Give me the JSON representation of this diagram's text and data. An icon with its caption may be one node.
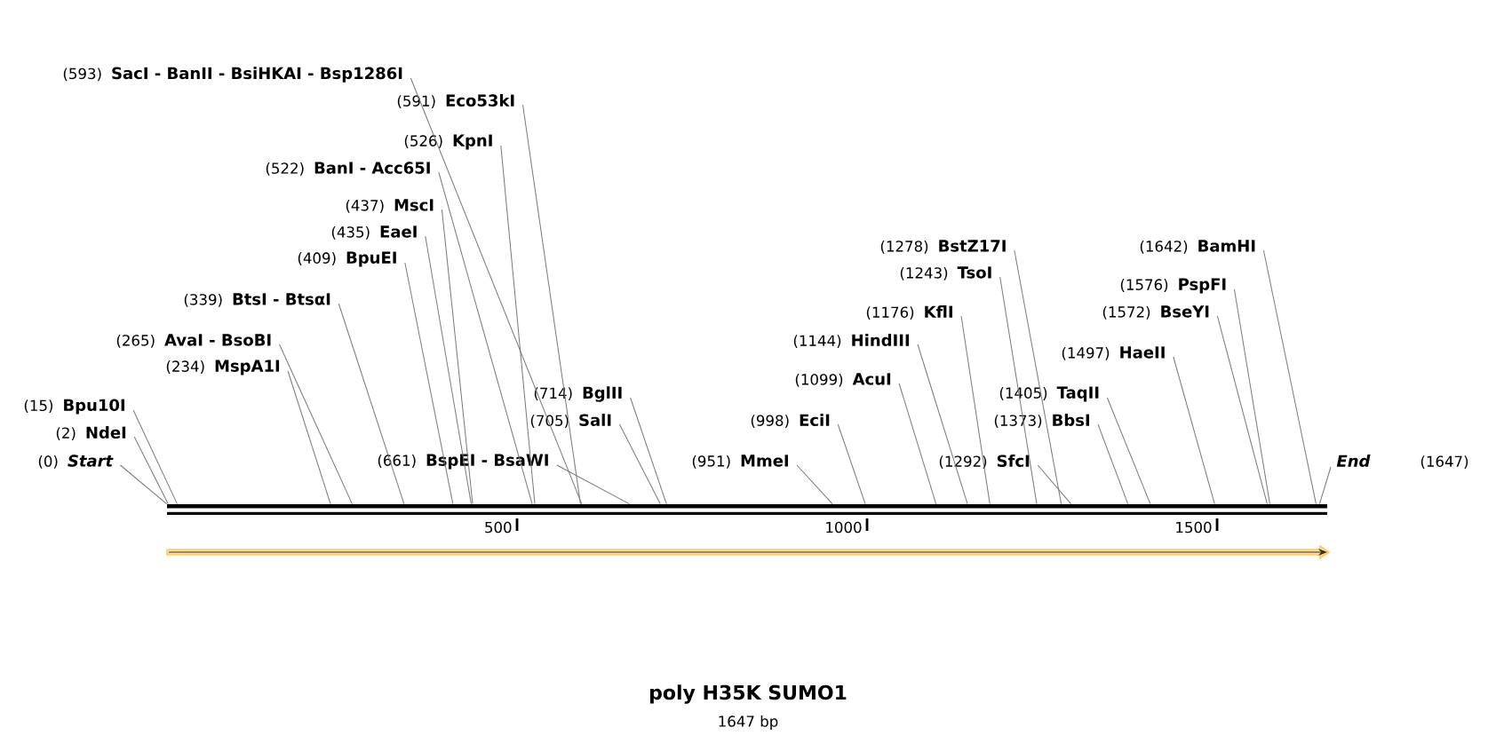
{
  "diagram": {
    "title": "poly H35K SUMO1",
    "nodes": [
      {
        "text": [
          "(0)",
          "Start"
        ]
      },
      {
        "text": [
          "(2)",
          "NdeI"
        ]
      },
      {
        "text": [
          "(15)",
          "Bpu10I"
        ]
      },
      {
        "text": [
          "(234)",
          "MspA1I"
        ]
      },
      {
        "text": [
          "(265)",
          "AvaI - BsoBI"
        ]
      },
      {
        "text": [
          "(339)",
          "BtsI - BtsαI"
        ]
      },
      {
        "text": [
          "(409)",
          "BpuEI"
        ]
      },
      {
        "text": [
          "(435)",
          "EaeI"
        ]
      },
      {
        "text": [
          "(437)",
          "MscI"
        ]
      },
      {
        "text": [
          "(522)",
          "BanI - Acc65I"
        ]
      },
      {
        "text": [
          "(526)",
          "KpnI"
        ]
      },
      {
        "text": [
          "(591)",
          "Eco53kI"
        ]
      },
      {
        "text": [
          "(593)",
          "SacI - BanII - BsiHKAI - Bsp1286I"
        ]
      },
      {
        "text": [
          "(661)",
          "BspEI - BsaWI"
        ]
      },
      {
        "text": [
          "(705)",
          "SalI"
        ]
      },
      {
        "text": [
          "(714)",
          "BglII"
        ]
      },
      {
        "text": [
          "(951)",
          "MmeI"
        ]
      },
      {
        "text": [
          "(998)",
          "EciI"
        ]
      },
      {
        "text": [
          "(1099)",
          "AcuI"
        ]
      },
      {
        "text": [
          "(1144)",
          "HindIII"
        ]
      },
      {
        "text": [
          "(1176)",
          "KflI"
        ]
      },
      {
        "text": [
          "(1243)",
          "TsoI"
        ]
      },
      {
        "text": [
          "(1278)",
          "BstZ17I"
        ]
      },
      {
        "text": [
          "(1292)",
          "SfcI"
        ]
      },
      {
        "text": [
          "(1373)",
          "BbsI"
        ]
      },
      {
        "text": [
          "(1405)",
          "TaqII"
        ]
      },
      {
        "text": [
          "(1497)",
          "HaeII"
        ]
      },
      {
        "text": [
          "(1572)",
          "BseYI"
        ]
      },
      {
        "text": [
          "(1576)",
          "PspFI"
        ]
      },
      {
        "text": [
          "(1642)",
          "BamHI"
        ]
      },
      {
        "text": [
          "End",
          "(1647)"
        ]
      },
      {
        "text": [],
        "shape": "bar"
      }
    ],
    "edges": [
      {
        "from": 0,
        "to": 31,
        "arrow": "none"
      },
      {
        "from": 1,
        "to": 31,
        "arrow": "none"
      },
      {
        "from": 2,
        "to": 31,
        "arrow": "none"
      },
      {
        "from": 3,
        "to": 31,
        "arrow": "none"
      },
      {
        "from": 4,
        "to": 31,
        "arrow": "none"
      },
      {
        "from": 5,
        "to": 31,
        "arrow": "none"
      },
      {
        "from": 6,
        "to": 31,
        "arrow": "none"
      },
      {
        "from": 7,
        "to": 31,
        "arrow": "none"
      },
      {
        "from": 8,
        "to": 31,
        "arrow": "none"
      },
      {
        "from": 9,
        "to": 31,
        "arrow": "none"
      },
      {
        "from": 10,
        "to": 31,
        "arrow": "none"
      },
      {
        "from": 11,
        "to": 31,
        "arrow": "none"
      },
      {
        "from": 12,
        "to": 31,
        "arrow": "none"
      },
      {
        "from": 13,
        "to": 31,
        "arrow": "none"
      },
      {
        "from": 14,
        "to": 31,
        "arrow": "none"
      },
      {
        "from": 15,
        "to": 31,
        "arrow": "none"
      },
      {
        "from": 16,
        "to": 31,
        "arrow": "none"
      },
      {
        "from": 17,
        "to": 31,
        "arrow": "none"
      },
      {
        "from": 18,
        "to": 31,
        "arrow": "none"
      },
      {
        "from": 19,
        "to": 31,
        "arrow": "none"
      },
      {
        "from": 20,
        "to": 31,
        "arrow": "none"
      },
      {
        "from": 21,
        "to": 31,
        "arrow": "none"
      },
      {
        "from": 22,
        "to": 31,
        "arrow": "none"
      },
      {
        "from": 23,
        "to": 31,
        "arrow": "none"
      },
      {
        "from": 24,
        "to": 31,
        "arrow": "none"
      },
      {
        "from": 25,
        "to": 31,
        "arrow": "none"
      },
      {
        "from": 26,
        "to": 31,
        "arrow": "none"
      },
      {
        "from": 27,
        "to": 31,
        "arrow": "none"
      },
      {
        "from": 28,
        "to": 31,
        "arrow": "none"
      },
      {
        "from": 29,
        "to": 31,
        "arrow": "none"
      },
      {
        "from": 30,
        "to": 31,
        "arrow": "none"
      }
    ],
    "labels": [
      "500",
      "1000",
      "1500",
      "1647 bp"
    ]
  }
}
